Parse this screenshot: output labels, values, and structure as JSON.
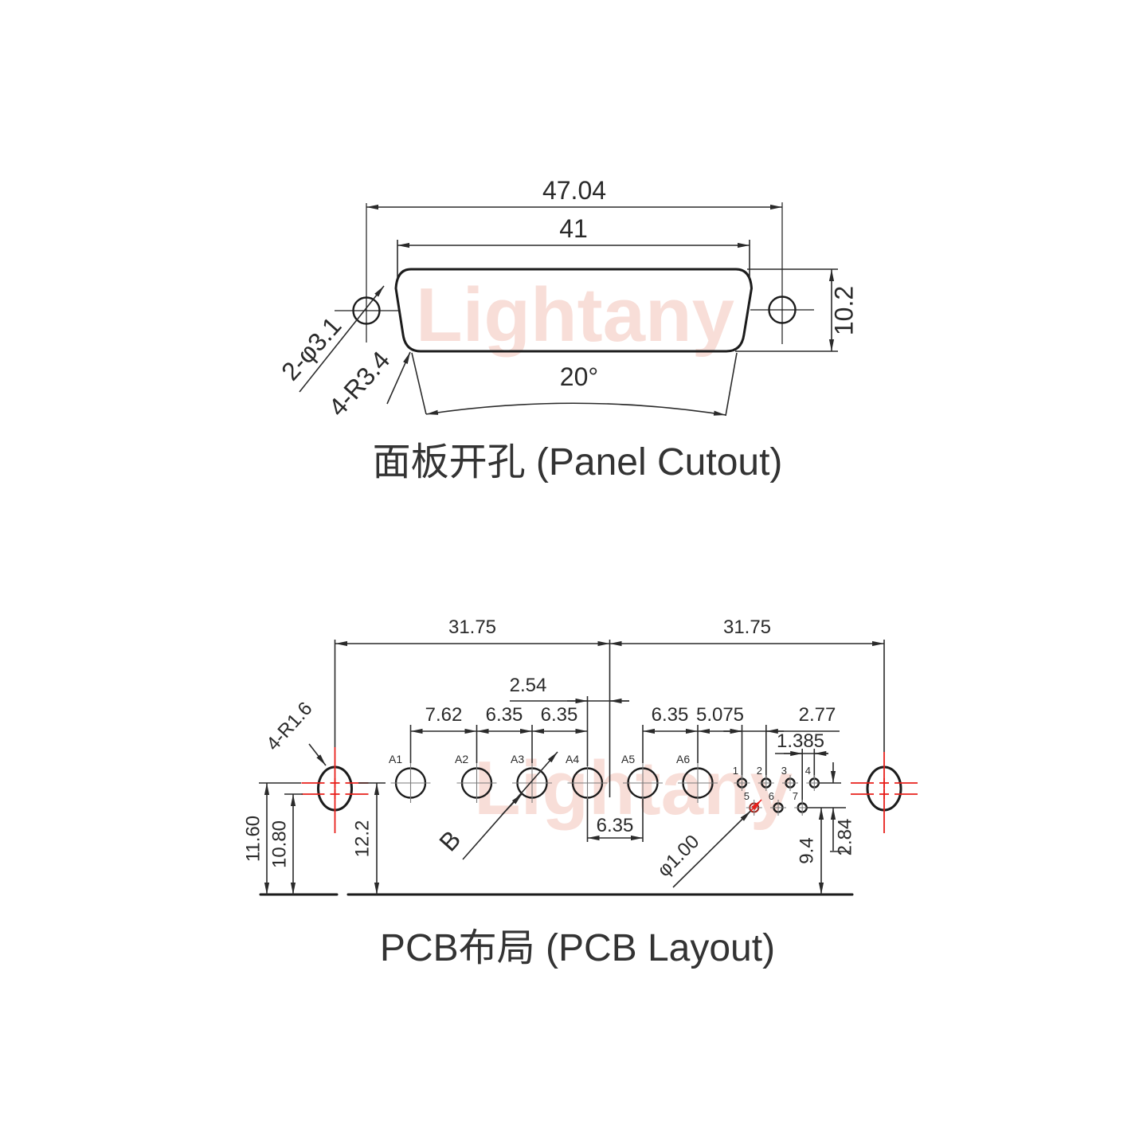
{
  "watermark_text": "Lightany",
  "colors": {
    "line": "#1c1c1c",
    "dimension": "#2a2a2a",
    "thin_crosshair": "#7a7a7a",
    "red_accent": "#e8201c",
    "dark_red": "#a3241c",
    "watermark": "#f8ded8",
    "title": "#333333"
  },
  "panel_cutout": {
    "title": "面板开孔 (Panel Cutout)",
    "dim_overall_width": "47.04",
    "dim_opening_width": "41",
    "dim_opening_height": "10.2",
    "dim_side_angle": "20°",
    "label_mount_holes": "2-φ3.1",
    "label_corner_radius": "4-R3.4"
  },
  "pcb_layout": {
    "title": "PCB布局 (PCB Layout)",
    "dim_span_left": "31.75",
    "dim_span_right": "31.75",
    "dim_a4_to_center": "2.54",
    "dim_a1_a2": "7.62",
    "dim_a2_a3": "6.35",
    "dim_a3_a4": "6.35",
    "dim_a5_a6": "6.35",
    "dim_a6_pin1": "5.075",
    "dim_pin_pitch": "2.77",
    "dim_row_offset": "1.385",
    "dim_a4_a5": "6.35",
    "dim_mount_upper": "11.60",
    "dim_mount_lower": "10.80",
    "dim_row_a_height": "12.2",
    "dim_pin_row_height": "9.4",
    "dim_row_gap": "2.84",
    "label_slot_radius": "4-R1.6",
    "label_pin_dia": "φ1.00",
    "label_section": "B",
    "coax_labels": [
      "A1",
      "A2",
      "A3",
      "A4",
      "A5",
      "A6"
    ],
    "pin_labels": [
      "1",
      "2",
      "3",
      "4",
      "5",
      "6",
      "7"
    ]
  }
}
